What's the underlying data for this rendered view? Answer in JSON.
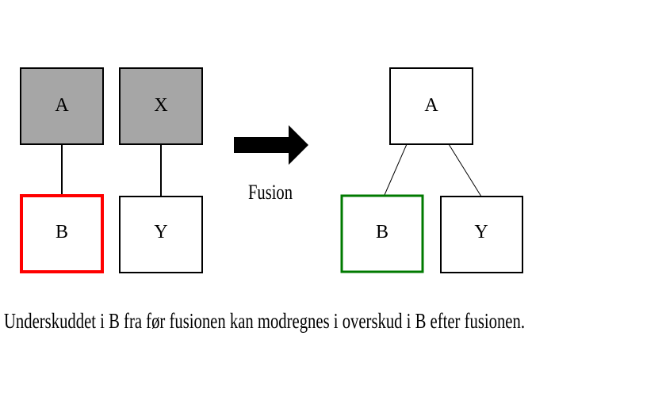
{
  "before": {
    "parent_a": "A",
    "parent_x": "X",
    "child_b": "B",
    "child_y": "Y"
  },
  "arrow_label": "Fusion",
  "after": {
    "parent_a": "A",
    "child_b": "B",
    "child_y": "Y"
  },
  "caption": "Underskuddet i B fra før fusionen kan modregnes i overskud i B efter fusionen.",
  "colors": {
    "gray_fill": "#a6a6a6",
    "red": "#ff0000",
    "green": "#007a00"
  }
}
